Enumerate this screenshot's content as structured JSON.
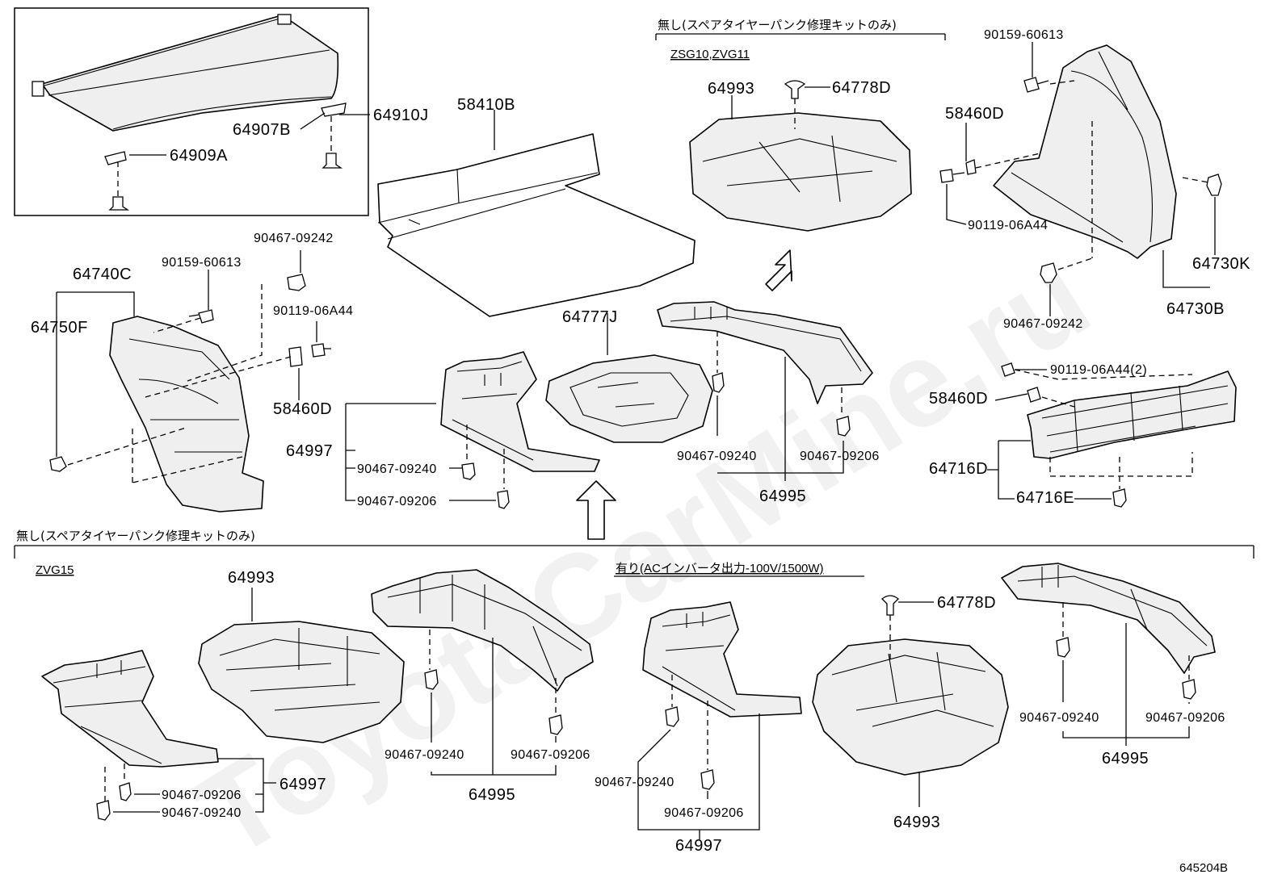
{
  "watermark": "ToyotaCarMine.ru",
  "diagram_ref": "645204B",
  "captions": {
    "spare_none_top": "無し(スペアタイヤーパンク修理キットのみ)",
    "model_top": "ZSG10,ZVG11",
    "spare_none_bottom": "無し(スペアタイヤーパンク修理キットのみ)",
    "model_bottom": "ZVG15",
    "ac_inverter": "有り(ACインバータ出力-100V/1500W)"
  },
  "labels": {
    "p64910J": "64910J",
    "p64907B": "64907B",
    "p64909A": "64909A",
    "p58410B": "58410B",
    "p64993_top": "64993",
    "p64778D_top": "64778D",
    "p90159_60613_right": "90159-60613",
    "p58460D_right": "58460D",
    "p90119_06A44_right": "90119-06A44",
    "p64730K": "64730K",
    "p64730B": "64730B",
    "p90467_09242_right": "90467-09242",
    "p90467_09242_left": "90467-09242",
    "p90159_60613_left": "90159-60613",
    "p64740C": "64740C",
    "p64750F": "64750F",
    "p90119_06A44_left": "90119-06A44",
    "p58460D_left": "58460D",
    "p64777J": "64777J",
    "p64997_mid": "64997",
    "p90467_09240_mid": "90467-09240",
    "p90467_09206_mid": "90467-09206",
    "p90467_09240_mid2": "90467-09240",
    "p90467_09206_mid2": "90467-09206",
    "p64995_mid": "64995",
    "p90119_06A44_2": "90119-06A44(2)",
    "p58460D_bumper": "58460D",
    "p64716D": "64716D",
    "p64716E": "64716E",
    "p64993_b1": "64993",
    "p90467_09206_b1": "90467-09206",
    "p90467_09240_b1": "90467-09240",
    "p64997_b1": "64997",
    "p90467_09240_b2": "90467-09240",
    "p90467_09206_b2": "90467-09206",
    "p64995_b2": "64995",
    "p90467_09240_b3": "90467-09240",
    "p90467_09206_b3": "90467-09206",
    "p64997_b3": "64997",
    "p64778D_b4": "64778D",
    "p64993_b4": "64993",
    "p90467_09240_b5": "90467-09240",
    "p90467_09206_b5": "90467-09206",
    "p64995_b5": "64995"
  }
}
